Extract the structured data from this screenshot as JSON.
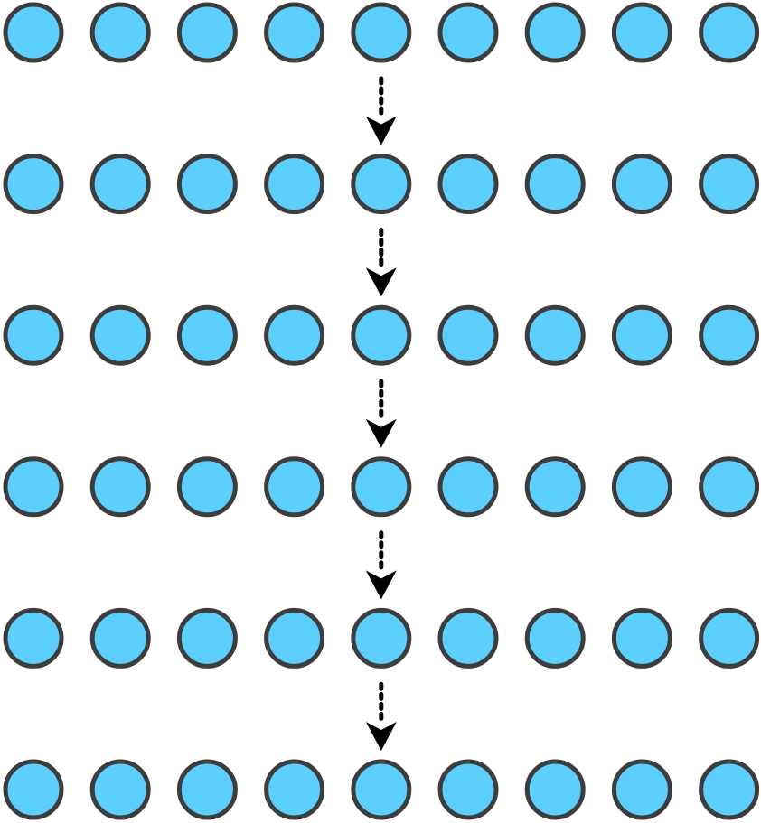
{
  "diagram": {
    "rows": 6,
    "nodes_per_row": 9,
    "arrow_column": 5,
    "arrows": [
      {
        "from_row": 1,
        "to_row": 2,
        "style": "dashed"
      },
      {
        "from_row": 2,
        "to_row": 3,
        "style": "dashed"
      },
      {
        "from_row": 3,
        "to_row": 4,
        "style": "dashed"
      },
      {
        "from_row": 4,
        "to_row": 5,
        "style": "dashed"
      },
      {
        "from_row": 5,
        "to_row": 6,
        "style": "dashed"
      }
    ],
    "colors": {
      "node_fill": "#5dcfff",
      "node_stroke": "#3d3d3d",
      "arrow": "#000000",
      "background": "#ffffff"
    }
  }
}
